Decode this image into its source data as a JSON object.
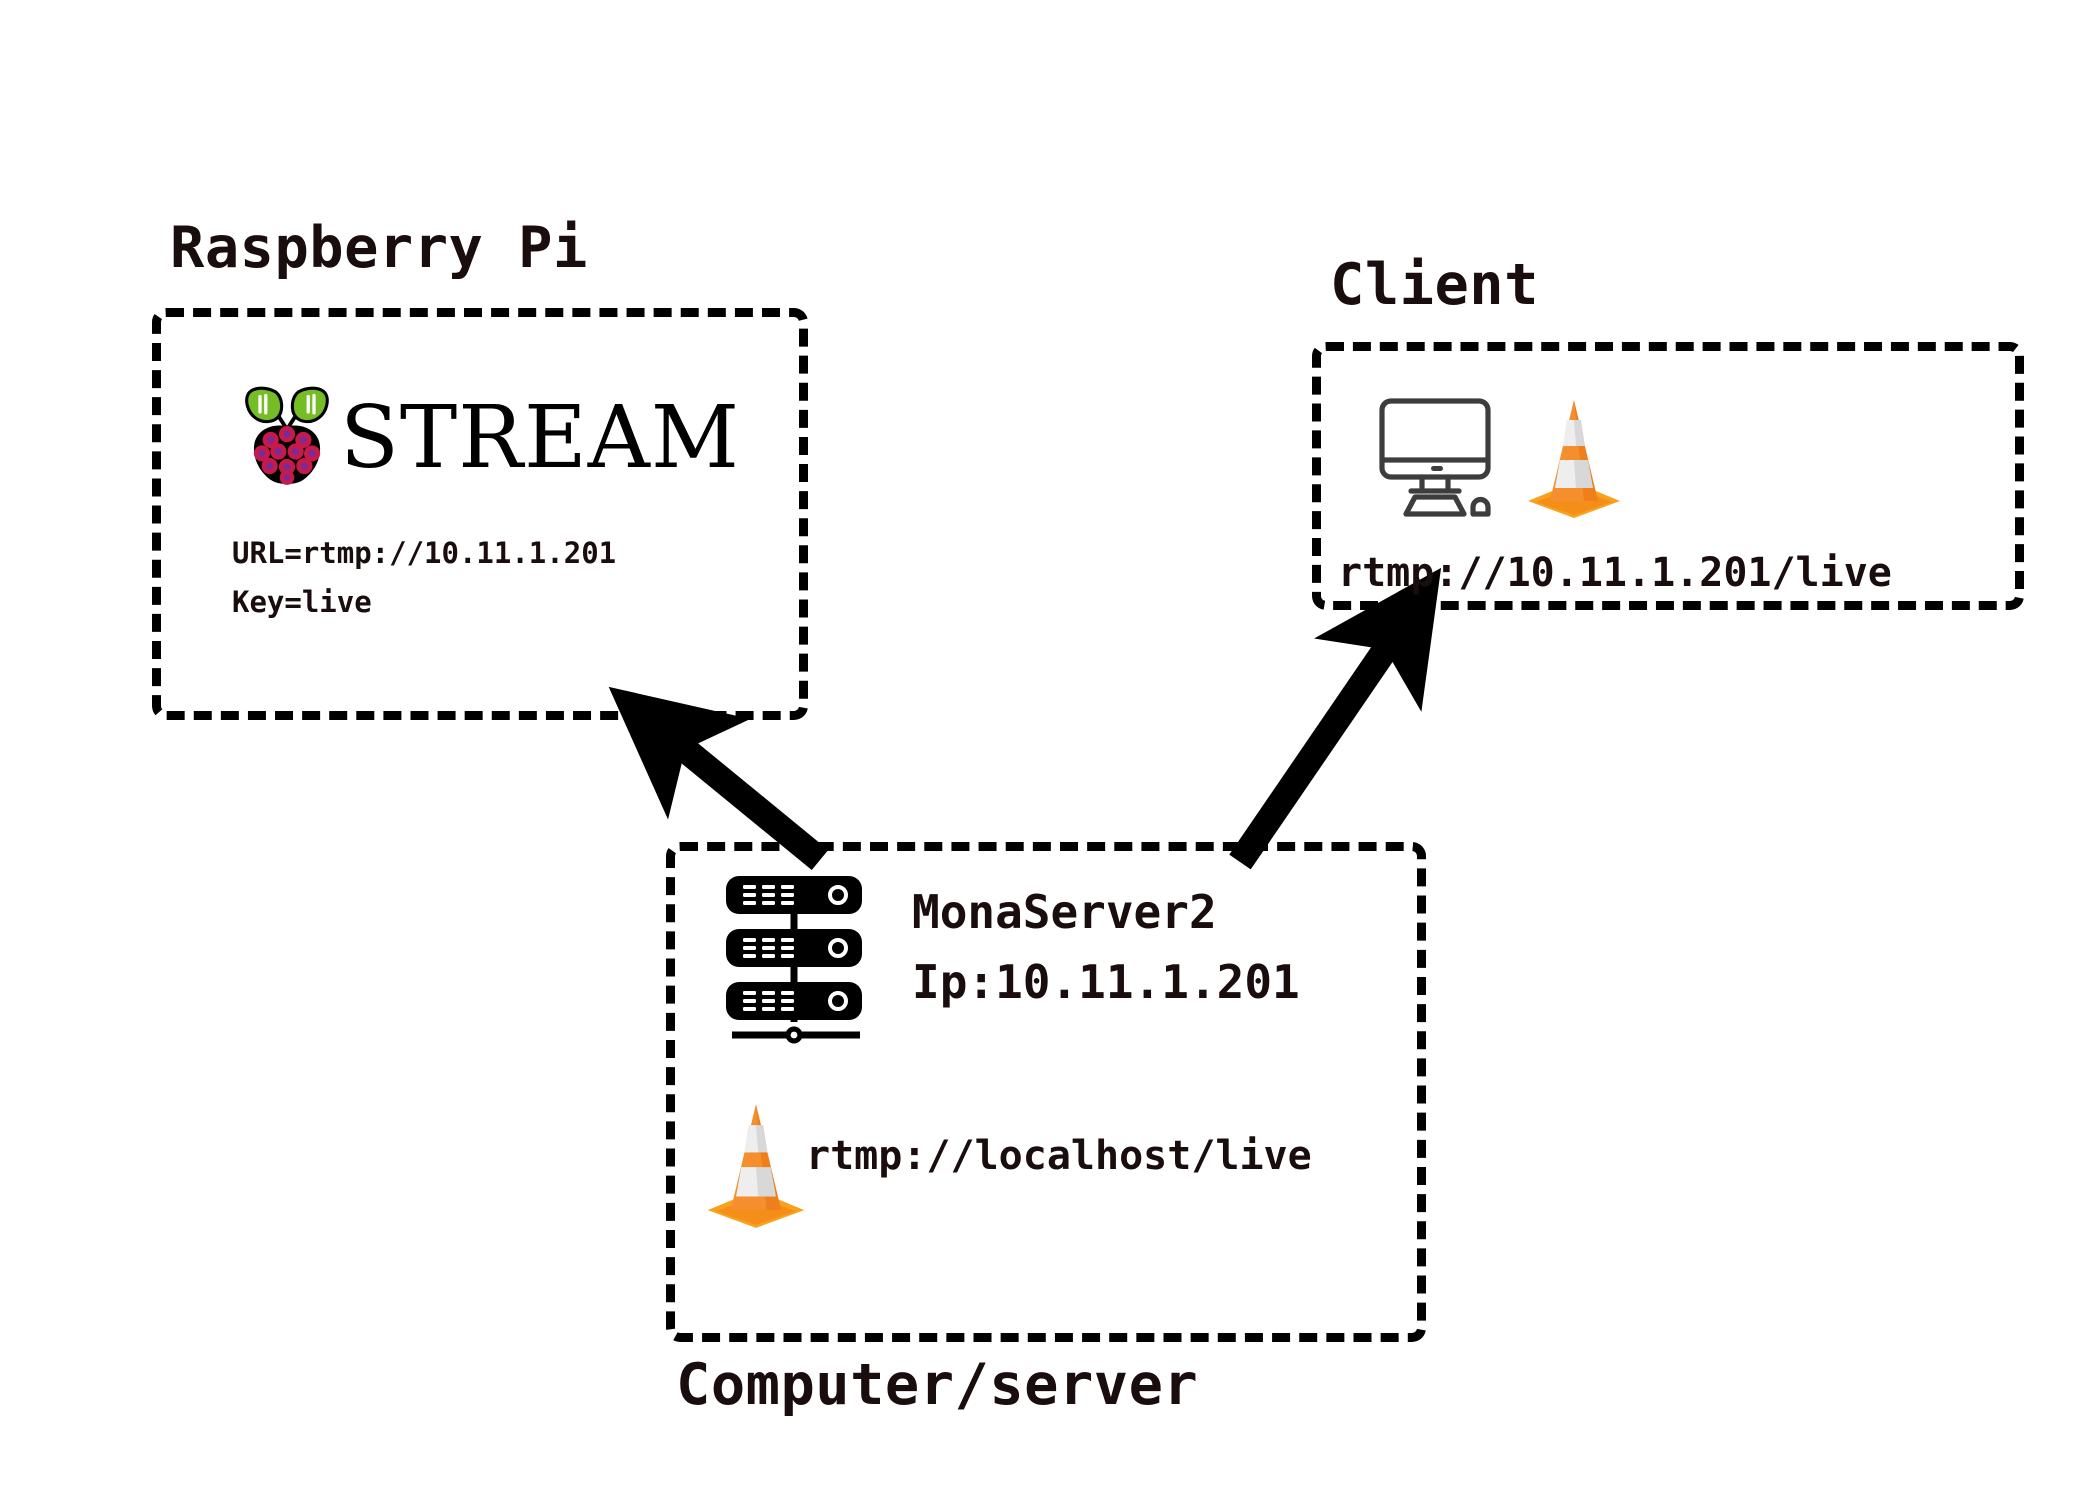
{
  "diagram": {
    "title": "RTMP streaming topology",
    "background_color": "#ffffff",
    "stroke_color": "#000000",
    "text_color": "#1a0d0d",
    "accent_orange": "#f28b21",
    "accent_green": "#75bc26",
    "accent_raspberry": "#c51a4a",
    "accent_gray": "#3d3d3d"
  },
  "nodes": {
    "raspberry_pi": {
      "label": "Raspberry Pi",
      "logo_icon": "raspberry-pi-logo-icon",
      "heading": "STREAM",
      "url_line": "URL=rtmp://10.11.1.201",
      "key_line": "Key=live"
    },
    "client": {
      "label": "Client",
      "monitor_icon": "desktop-computer-icon",
      "player_icon": "vlc-cone-icon",
      "url": "rtmp://10.11.1.201/live"
    },
    "server": {
      "label": "Computer/server",
      "rack_icon": "server-rack-icon",
      "name": "MonaServer2",
      "ip": "Ip:10.11.1.201",
      "player_icon": "vlc-cone-icon",
      "url": "rtmp://localhost/live"
    }
  },
  "connections": [
    {
      "name": "server-to-raspberry-pi",
      "from": "Computer/server",
      "to": "Raspberry Pi",
      "style": "thick-solid-arrow",
      "direction": "up-left"
    },
    {
      "name": "server-to-client",
      "from": "Computer/server",
      "to": "Client",
      "style": "thick-solid-arrow",
      "direction": "up-right"
    }
  ]
}
